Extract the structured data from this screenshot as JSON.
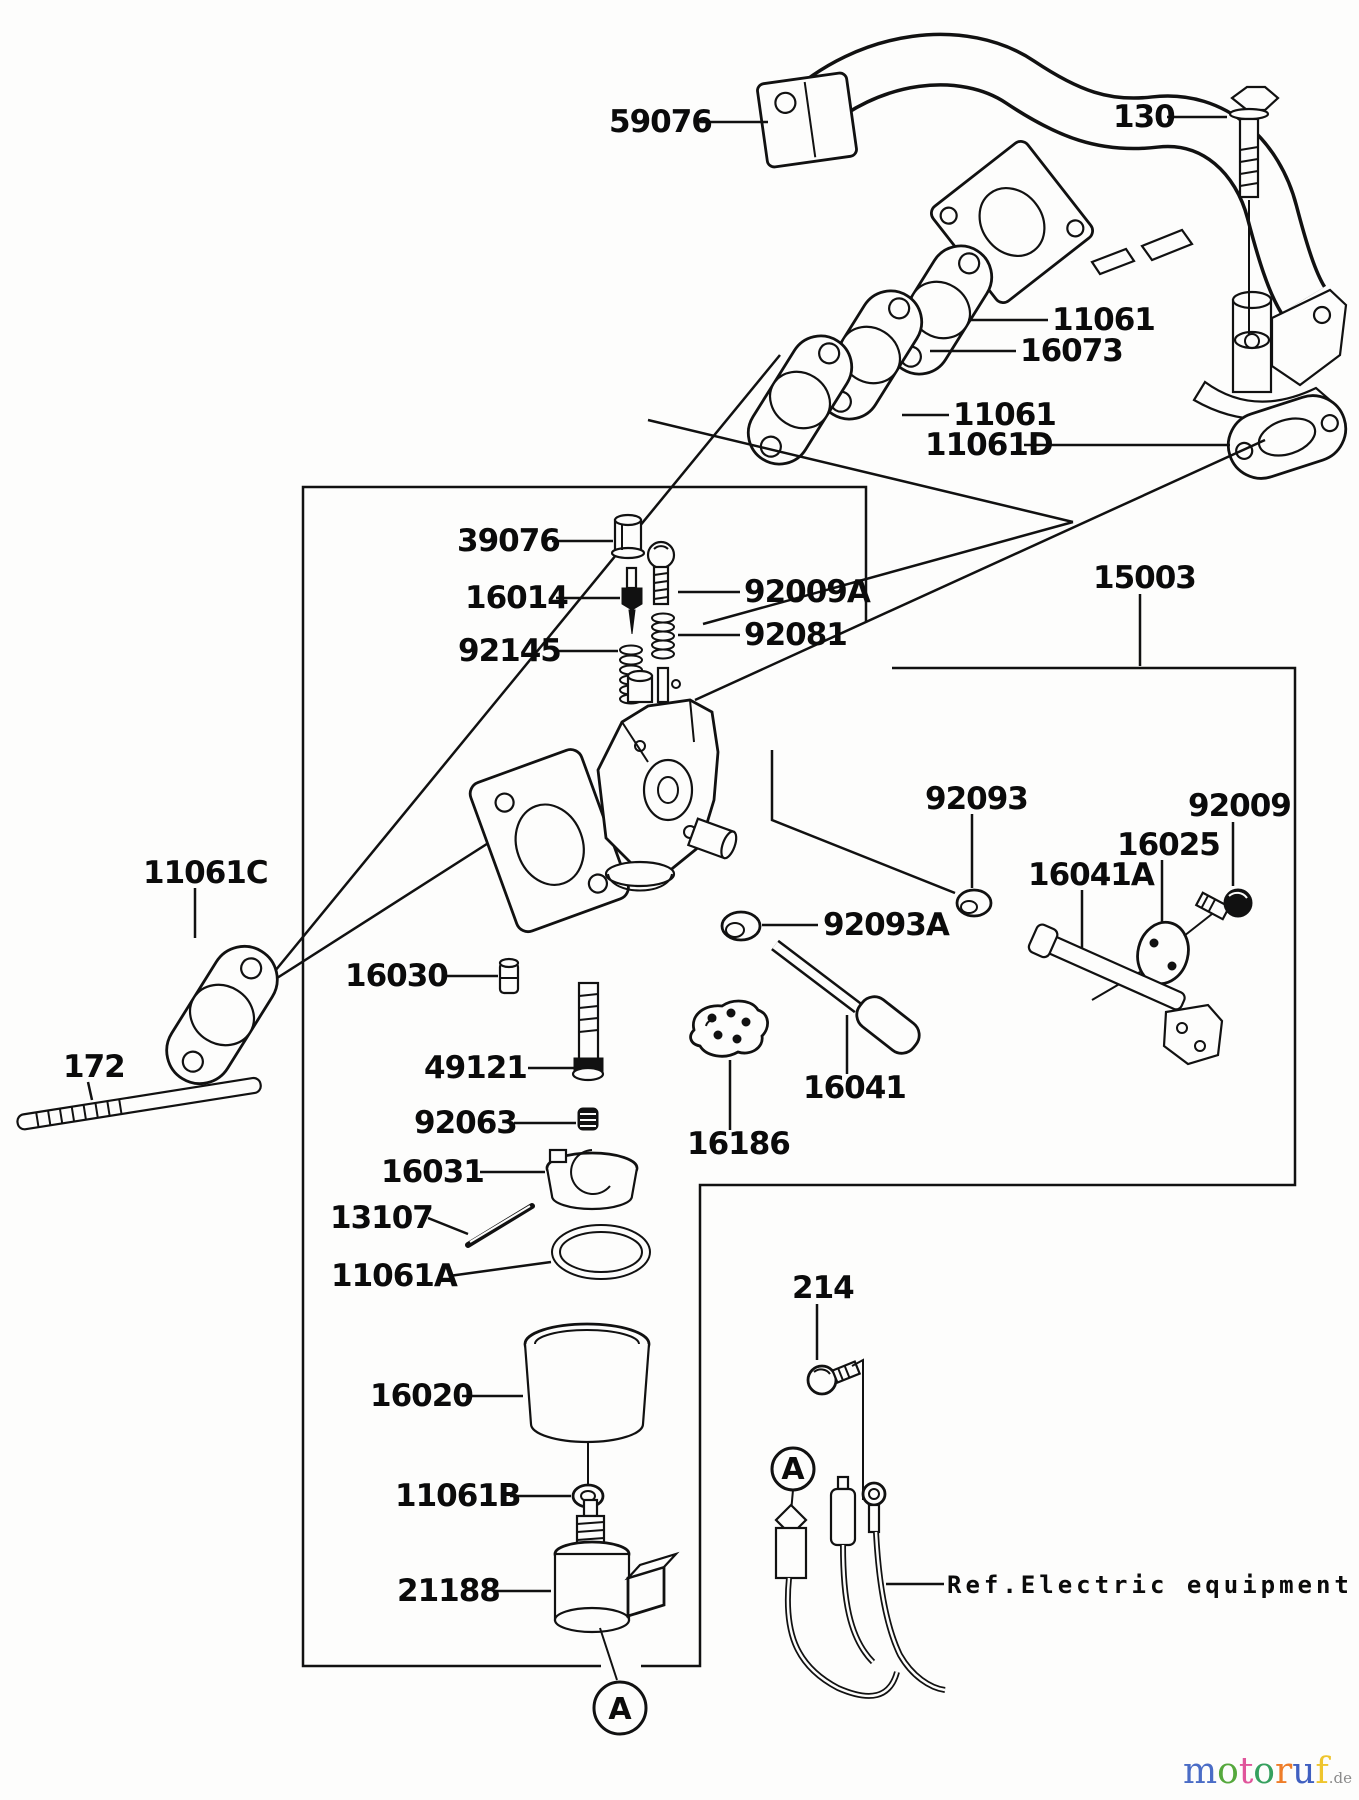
{
  "parts": [
    {
      "label": "59076"
    },
    {
      "label": "130"
    },
    {
      "label": "11061"
    },
    {
      "label": "16073"
    },
    {
      "label": "11061"
    },
    {
      "label": "11061D"
    },
    {
      "label": "39076"
    },
    {
      "label": "16014"
    },
    {
      "label": "92145"
    },
    {
      "label": "92009A"
    },
    {
      "label": "92081"
    },
    {
      "label": "15003"
    },
    {
      "label": "92093"
    },
    {
      "label": "92009"
    },
    {
      "label": "16025"
    },
    {
      "label": "16041A"
    },
    {
      "label": "92093A"
    },
    {
      "label": "11061C"
    },
    {
      "label": "172"
    },
    {
      "label": "16030"
    },
    {
      "label": "49121"
    },
    {
      "label": "92063"
    },
    {
      "label": "16031"
    },
    {
      "label": "13107"
    },
    {
      "label": "11061A"
    },
    {
      "label": "16020"
    },
    {
      "label": "11061B"
    },
    {
      "label": "21188"
    },
    {
      "label": "16041"
    },
    {
      "label": "16186"
    },
    {
      "label": "214"
    }
  ],
  "annotations": {
    "ref_note": "Ref.Electric equipment",
    "detail_marker": "A"
  },
  "watermark": {
    "brand": "motoruf",
    "tld": ".de",
    "letters": [
      {
        "ch": "m",
        "color": "#4a6cc6"
      },
      {
        "ch": "o",
        "color": "#55a83c"
      },
      {
        "ch": "t",
        "color": "#e0559b"
      },
      {
        "ch": "o",
        "color": "#35a05e"
      },
      {
        "ch": "r",
        "color": "#ef7d28"
      },
      {
        "ch": "u",
        "color": "#3f5fc0"
      },
      {
        "ch": "f",
        "color": "#efc52d"
      }
    ],
    "tld_color": "#8a8a8a",
    "line_color": "#111111",
    "background": "#fdfdfc"
  }
}
